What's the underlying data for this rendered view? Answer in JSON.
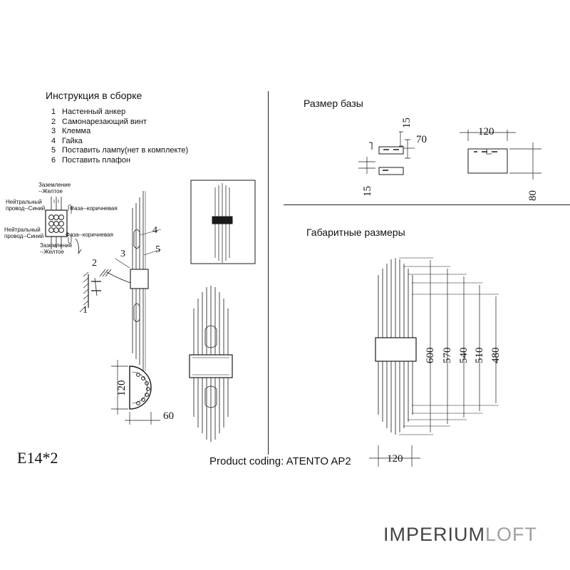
{
  "assembly": {
    "title": "Инструкция в сборке",
    "steps": [
      {
        "num": "1",
        "text": "Настенный анкер"
      },
      {
        "num": "2",
        "text": "Самонарезающий винт"
      },
      {
        "num": "3",
        "text": "Клемма"
      },
      {
        "num": "4",
        "text": "Гайка"
      },
      {
        "num": "5",
        "text": "Поставить лампу(нет в комплекте)"
      },
      {
        "num": "6",
        "text": "Поставить плафон"
      }
    ]
  },
  "wiring": {
    "ground_top": "Заземление\n--Желтое",
    "neutral_top": "Нейтральный\nпровод--Синий",
    "phase_top": "Фаза--коричневая",
    "neutral_bottom": "Нейтральный\nпровод--Синий",
    "phase_bottom": "Фаза--коричневая",
    "ground_bottom": "Заземление\n--Желтое"
  },
  "callouts": {
    "c1": "1",
    "c2": "2",
    "c3": "3",
    "c4": "4",
    "c5": "5"
  },
  "base": {
    "title": "Размер базы",
    "dim_15_top": "15",
    "dim_70": "70",
    "dim_15_left": "15",
    "dim_120": "120",
    "dim_80": "80"
  },
  "overall": {
    "title": "Габаритные размеры",
    "dims": [
      "600",
      "570",
      "540",
      "510",
      "480"
    ],
    "width": "120"
  },
  "bracket": {
    "height": "120",
    "depth": "60"
  },
  "bulb": "E14*2",
  "product_coding": "Product coding: ATENTO AP2",
  "brand": {
    "part1": "IMPERIUM",
    "part2": "LOFT"
  },
  "colors": {
    "line": "#1a1a1a",
    "brand_dark": "#444444",
    "brand_light": "#a0a0a0"
  }
}
